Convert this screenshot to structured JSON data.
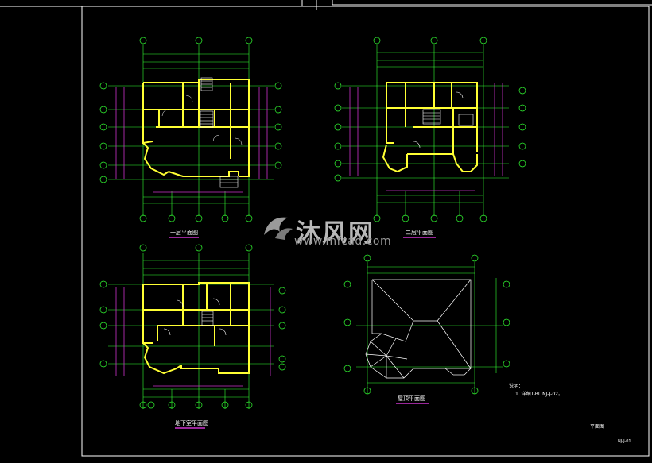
{
  "plans": {
    "first_floor": "一层平面图",
    "second_floor": "二层平面图",
    "basement": "地下室平面图",
    "roof": "屋顶平面图"
  },
  "notes": {
    "heading": "说明：",
    "item_1": "1. 详细T-BL NJ-J-02。"
  },
  "sheet": {
    "title": "平面图",
    "number": "NJ-J-01"
  },
  "watermark": {
    "name": "沐风网",
    "url": "www.mfcad.com"
  },
  "colors": {
    "background": "#000000",
    "walls": "#ffff33",
    "axis": "#33ff33",
    "dimension": "#cc33cc",
    "text": "#ffffff",
    "frame": "#ffffff"
  }
}
